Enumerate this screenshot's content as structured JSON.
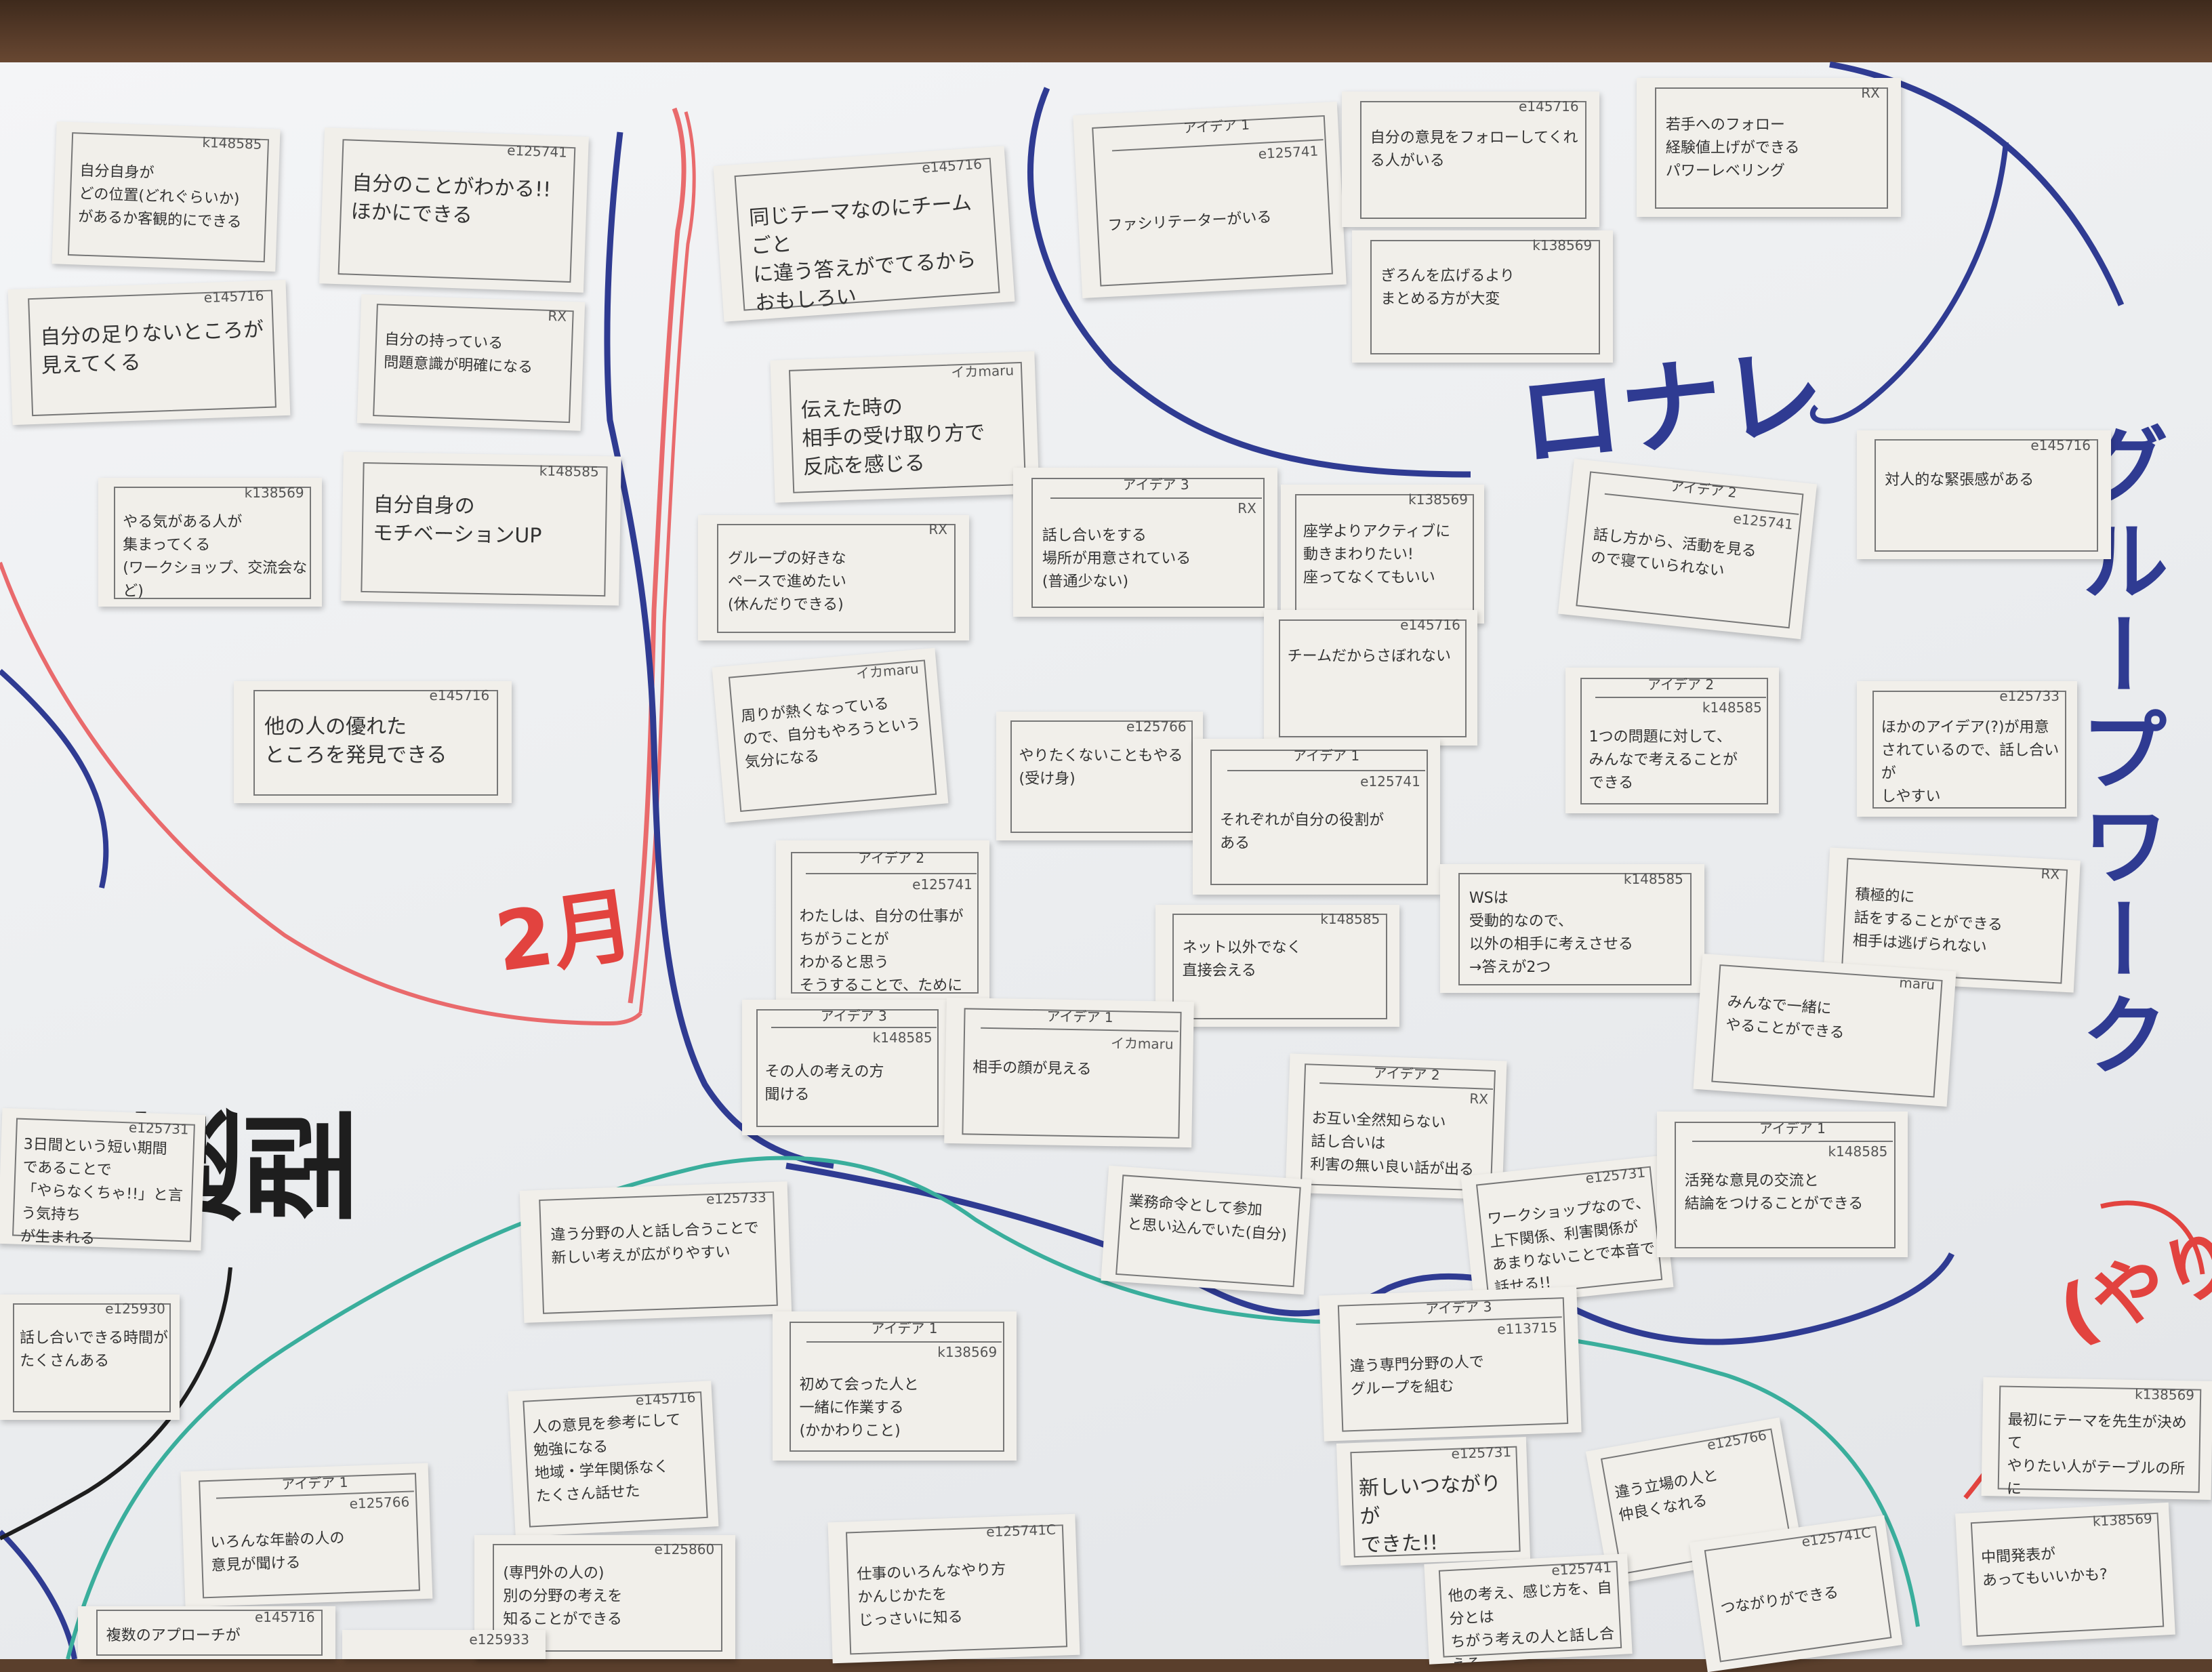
{
  "photo": {
    "description_colors": {
      "paper": "#eceef0",
      "wood": "#5a3f2c",
      "blue_marker": "#2f3b92",
      "red_marker": "#e24a4f",
      "teal_marker": "#3aae9c",
      "black_marker": "#1e1e1e"
    }
  },
  "labels": {
    "red_month": "2月",
    "blue_category": "ロナレ",
    "blue_vertical": "グループワーク",
    "black_vertical": "話題型",
    "red_right": "(やり)"
  },
  "notes": [
    {
      "code": "k148585",
      "header": "",
      "text": "自分自身が\nどの位置(どれぐらいか)\nがあるか客観的にできる"
    },
    {
      "code": "e125741",
      "header": "",
      "text": "自分のことがわかる!!\nほかにできる"
    },
    {
      "code": "e145716",
      "header": "",
      "text": "自分の足りないところが\n見えてくる"
    },
    {
      "code": "RX",
      "header": "",
      "text": "自分の持っている\n問題意識が明確になる"
    },
    {
      "code": "k138569",
      "header": "",
      "text": "やる気がある人が\n集まってくる\n(ワークショップ、交流会など)"
    },
    {
      "code": "k148585",
      "header": "",
      "text": "自分自身の\nモチベーションUP"
    },
    {
      "code": "e145716",
      "header": "",
      "text": "他の人の優れた\nところを発見できる"
    },
    {
      "code": "e145716",
      "header": "",
      "text": "同じテーマなのにチームごと\nに違う答えがでてるから\nおもしろい"
    },
    {
      "code": "イカmaru",
      "header": "",
      "text": "伝えた時の\n相手の受け取り方で\n反応を感じる"
    },
    {
      "code": "RX",
      "header": "",
      "text": "グループの好きな\nペースで進めたい\n(休んだりできる)"
    },
    {
      "code": "イカmaru",
      "header": "",
      "text": "周りが熱くなっている\nので、自分もやろうという\n気分になる"
    },
    {
      "code": "e125741",
      "header": "アイデア 1",
      "text": "ファシリテーターがいる"
    },
    {
      "code": "e145716",
      "header": "",
      "text": "自分の意見をフォローしてくれ\nる人がいる"
    },
    {
      "code": "k138569",
      "header": "",
      "text": "ぎろんを広げるより\nまとめる方が大変"
    },
    {
      "code": "RX",
      "header": "",
      "text": "若手へのフォロー\n経験値上げができる\nパワーレベリング"
    },
    {
      "code": "RX",
      "header": "アイデア 3",
      "text": "話し合いをする\n場所が用意されている\n(普通少ない)"
    },
    {
      "code": "k138569",
      "header": "",
      "text": "座学よりアクティブに\n動きまわりたい!\n座ってなくてもいい"
    },
    {
      "code": "e145716",
      "header": "",
      "text": "チームだからさぼれない"
    },
    {
      "code": "e125741",
      "header": "アイデア 2",
      "text": "話し方から、活動を見る\nので寝ていられない"
    },
    {
      "code": "e145716",
      "header": "",
      "text": "対人的な緊張感がある"
    },
    {
      "code": "e125766",
      "header": "",
      "text": "やりたくないこともやる\n(受け身)"
    },
    {
      "code": "e125741",
      "header": "アイデア 1",
      "text": "それぞれが自分の役割が\nある"
    },
    {
      "code": "k148585",
      "header": "アイデア 2",
      "text": "1つの問題に対して、\nみんなで考えることが\nできる"
    },
    {
      "code": "e125733",
      "header": "",
      "text": "ほかのアイデア(?)が用意\nされているので、話し合いが\nしやすい"
    },
    {
      "code": "e125741",
      "header": "アイデア 2",
      "text": "わたしは、自分の仕事がちがうことが\nわかると思う\nそうすることで、ためになる"
    },
    {
      "code": "k148585",
      "header": "",
      "text": "ネット以外でなく\n直接会える"
    },
    {
      "code": "k148585",
      "header": "",
      "text": "WSは\n受動的なので、\n以外の相手に考えさせる\n→答えが2つ"
    },
    {
      "code": "RX",
      "header": "",
      "text": "積極的に\n話をすることができる\n相手は逃げられない"
    },
    {
      "code": "k148585",
      "header": "アイデア 3",
      "text": "その人の考えの方\n聞ける"
    },
    {
      "code": "イカmaru",
      "header": "アイデア 1",
      "text": "相手の顔が見える"
    },
    {
      "code": "RX",
      "header": "アイデア 2",
      "text": "お互い全然知らない\n話し合いは\n利害の無い良い話が出る"
    },
    {
      "code": "maru",
      "header": "",
      "text": "みんなで一緒に\nやることができる"
    },
    {
      "code": "e125731",
      "header": "",
      "text": "3日間という短い期間\nであることで\n「やらなくちゃ!!」と言う気持ち\nが生まれる"
    },
    {
      "code": "e125733",
      "header": "",
      "text": "違う分野の人と話し合うことで\n新しい考えが広がりやすい"
    },
    {
      "code": "",
      "header": "",
      "text": "業務命令として参加\nと思い込んでいた(自分)"
    },
    {
      "code": "e125731",
      "header": "",
      "text": "ワークショップなので、\n上下関係、利害関係が\nあまりないことで本音で\n話せる!!"
    },
    {
      "code": "k148585",
      "header": "アイデア 1",
      "text": "活発な意見の交流と\n結論をつけることができる"
    },
    {
      "code": "e125930",
      "header": "",
      "text": "話し合いできる時間が\nたくさんある"
    },
    {
      "code": "k138569",
      "header": "アイデア 1",
      "text": "初めて会った人と\n一緒に作業する\n(かかわりこと)"
    },
    {
      "code": "e113715",
      "header": "アイデア 3",
      "text": "違う専門分野の人で\nグループを組む"
    },
    {
      "code": "e145716",
      "header": "",
      "text": "人の意見を参考にして\n勉強になる\n地域・学年関係なく\nたくさん話せた"
    },
    {
      "code": "e125731",
      "header": "",
      "text": "新しいつながりが\nできた!!"
    },
    {
      "code": "e125766",
      "header": "",
      "text": "違う立場の人と\n仲良くなれる"
    },
    {
      "code": "k138569",
      "header": "",
      "text": "最初にテーマを先生が決めて\nやりたい人がテーブルの所に\n集まる"
    },
    {
      "code": "e125766",
      "header": "アイデア 1",
      "text": "いろんな年齢の人の\n意見が聞ける"
    },
    {
      "code": "e125860",
      "header": "",
      "text": "(専門外の人の)\n別の分野の考えを\n知ることができる"
    },
    {
      "code": "e125741C",
      "header": "",
      "text": "仕事のいろんなやり方\nかんじかたを\nじっさいに知る"
    },
    {
      "code": "e125741",
      "header": "",
      "text": "他の考え、感じ方を、自分とは\nちがう考えの人と話し合える\nで学ぶことができる"
    },
    {
      "code": "e125741C",
      "header": "",
      "text": "つながりができる"
    },
    {
      "code": "k138569",
      "header": "",
      "text": "中間発表が\nあってもいいかも?"
    },
    {
      "code": "e145716",
      "header": "",
      "text": "複数のアプローチが"
    },
    {
      "code": "e125933",
      "header": "",
      "text": ""
    }
  ]
}
